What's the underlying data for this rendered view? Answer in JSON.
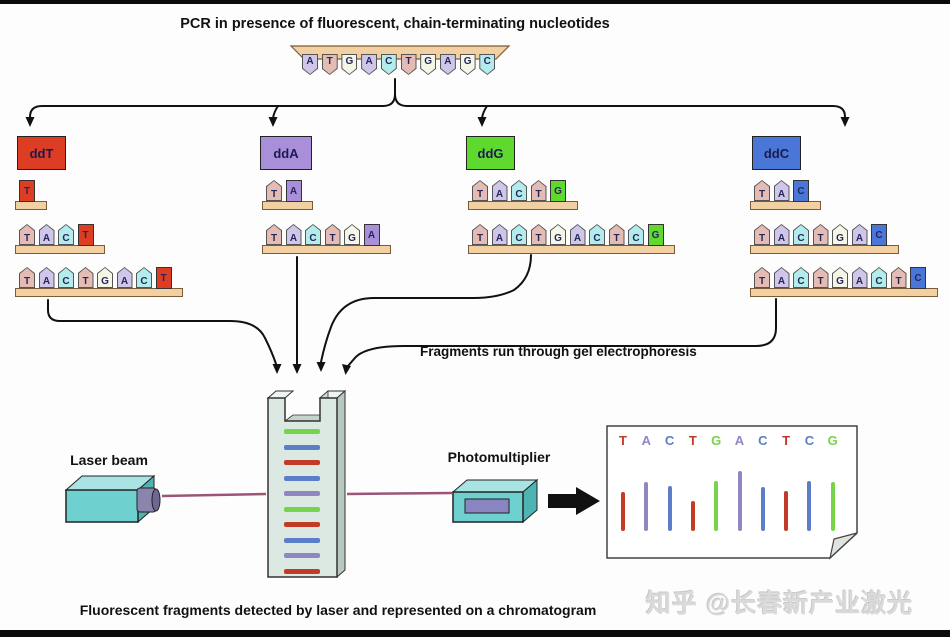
{
  "titles": {
    "top": "PCR in presence of fluorescent, chain-terminating nucleotides",
    "gel": "Fragments run through gel electrophoresis",
    "bottom": "Fluorescent fragments detected by laser and represented on a chromatogram"
  },
  "labels": {
    "laser": "Laser beam",
    "photomultiplier": "Photomultiplier"
  },
  "watermark": "知乎 @长春新产业激光",
  "colors": {
    "base_A": "#cfc6ea",
    "base_T": "#e4bcb4",
    "base_G": "#f4f6e6",
    "base_C": "#b2ecec",
    "term_T": "#dd3d22",
    "term_A": "#a98fd9",
    "term_G": "#5fd92e",
    "term_C": "#4a76d8",
    "backbone_bar": "#f3d0a2",
    "chrom_T": "#c23b27",
    "chrom_A": "#9186c2",
    "chrom_C": "#5c7ec8",
    "chrom_G": "#74d54a",
    "laser_line": "#9c5576"
  },
  "template_strand": [
    "A",
    "T",
    "G",
    "A",
    "C",
    "T",
    "G",
    "A",
    "G",
    "C"
  ],
  "groups": [
    {
      "name": "ddT",
      "terminator": "T",
      "fragments": [
        [
          "T"
        ],
        [
          "T",
          "A",
          "C",
          "T"
        ],
        [
          "T",
          "A",
          "C",
          "T",
          "G",
          "A",
          "C",
          "T"
        ]
      ]
    },
    {
      "name": "ddA",
      "terminator": "A",
      "fragments": [
        [
          "T",
          "A"
        ],
        [
          "T",
          "A",
          "C",
          "T",
          "G",
          "A"
        ]
      ]
    },
    {
      "name": "ddG",
      "terminator": "G",
      "fragments": [
        [
          "T",
          "A",
          "C",
          "T",
          "G"
        ],
        [
          "T",
          "A",
          "C",
          "T",
          "G",
          "A",
          "C",
          "T",
          "C",
          "G"
        ]
      ]
    },
    {
      "name": "ddC",
      "terminator": "C",
      "fragments": [
        [
          "T",
          "A",
          "C"
        ],
        [
          "T",
          "A",
          "C",
          "T",
          "G",
          "A",
          "C"
        ],
        [
          "T",
          "A",
          "C",
          "T",
          "G",
          "A",
          "C",
          "T",
          "C"
        ]
      ]
    }
  ],
  "gel_bands_top_to_bottom": [
    "G",
    "C",
    "T",
    "C",
    "A",
    "G",
    "T",
    "C",
    "A",
    "T"
  ],
  "chromatogram": {
    "sequence": [
      "T",
      "A",
      "C",
      "T",
      "G",
      "A",
      "C",
      "T",
      "C",
      "G"
    ],
    "bar_heights": [
      39,
      49,
      45,
      30,
      50,
      60,
      44,
      40,
      50,
      49
    ]
  }
}
